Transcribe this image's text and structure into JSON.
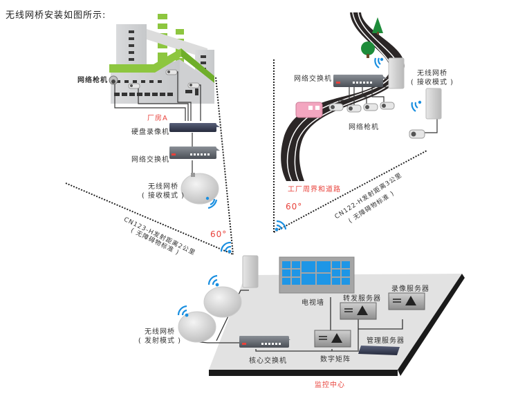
{
  "title": "无线网桥安装如图所示:",
  "factory": {
    "camera_label": "网络枪机",
    "building_label": "厂房A",
    "nvr_label": "硬盘录像机",
    "switch_label": "网络交换机",
    "bridge_label_line1": "无线网桥",
    "bridge_label_line2": "( 接收模式 )"
  },
  "left_link": {
    "spec_line1": "CN123-H发射距离2公里",
    "spec_line2": "( 无障碍物标准 )",
    "angle": "60°"
  },
  "road": {
    "switch_label": "网络交换机",
    "bridge_label_line1": "无线网桥",
    "bridge_label_line2": "( 接收模式 )",
    "camera_label": "网络枪机",
    "area_label": "工厂周界和道路",
    "angle": "60°"
  },
  "right_link": {
    "spec_line1": "CN122-H发射距离3公里",
    "spec_line2": "( 无障碍物标准 )"
  },
  "center": {
    "tv_wall_label": "电视墙",
    "forward_server_label": "转发服务器",
    "record_server_label": "录像服务器",
    "mgmt_server_label": "管理服务器",
    "matrix_label": "数字矩阵",
    "core_switch_label": "核心交换机",
    "bridge_label_line1": "无线网桥",
    "bridge_label_line2": "( 发射模式 )",
    "area_label": "监控中心"
  },
  "colors": {
    "accent_red": "#e8413a",
    "wifi_blue": "#1a8fe0",
    "factory_green": "#8dc63f",
    "screen_blue": "#1e96e6",
    "floor_gray": "#e2e2e2"
  }
}
